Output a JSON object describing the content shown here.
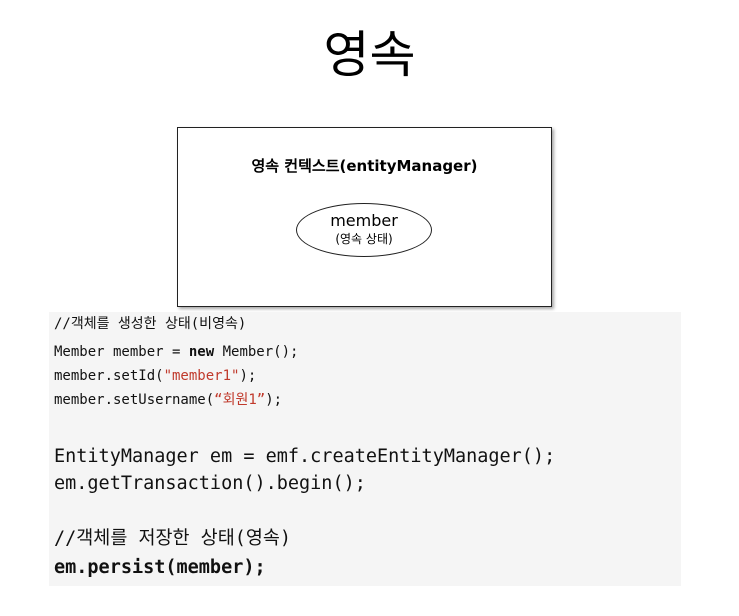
{
  "title": "영속",
  "diagram": {
    "context_label": "영속 컨텍스트(entityManager)",
    "entity_name": "member",
    "entity_state": "(영속 상태)"
  },
  "code": {
    "comment1": "//객체를 생성한 상태(비영속)",
    "line1_a": "Member member = ",
    "line1_kw": "new",
    "line1_b": " Member();",
    "line2_a": "member.setId(",
    "line2_str": "\"member1\"",
    "line2_b": ");",
    "line3_a": "member.setUsername(",
    "line3_str": "“회원1”",
    "line3_b": ");",
    "line4": "EntityManager em = emf.createEntityManager();",
    "line5": "em.getTransaction().begin();",
    "comment2": "//객체를 저장한 상태(영속)",
    "line6": "em.persist(member);"
  },
  "colors": {
    "string": "#c0392b",
    "code_background": "#f5f5f5"
  }
}
